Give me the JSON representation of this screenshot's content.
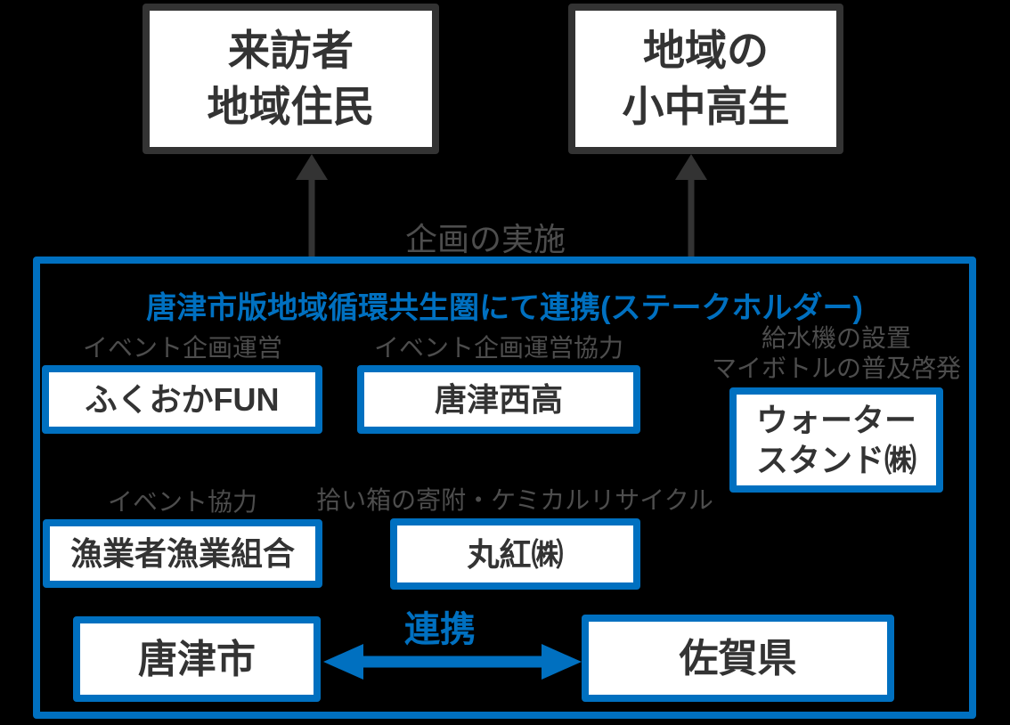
{
  "colors": {
    "accent_blue": "#0070C0",
    "dark": "#333333",
    "label_gray": "#4D4D4D",
    "background": "#000000",
    "box_fill": "#FFFFFF"
  },
  "top_targets": {
    "visitors": {
      "line1": "来訪者",
      "line2": "地域住民"
    },
    "students": {
      "line1": "地域の",
      "line2": "小中高生"
    }
  },
  "flow_label": "企画の実施",
  "group": {
    "title": "唐津市版地域循環共生圏にて連携(ステークホルダー)",
    "members": {
      "fukuoka_fun": {
        "role": "イベント企画運営",
        "name": "ふくおかFUN"
      },
      "karatsu_nishi": {
        "role": "イベント企画運営協力",
        "name": "唐津西高"
      },
      "waterstand": {
        "role_line1": "給水機の設置",
        "role_line2": "マイボトルの普及啓発",
        "name_line1": "ウォーター",
        "name_line2": "スタンド㈱"
      },
      "fishery": {
        "role": "イベント協力",
        "name": "漁業者漁業組合"
      },
      "marubeni": {
        "role": "拾い箱の寄附・ケミカルリサイクル",
        "name": "丸紅㈱"
      }
    },
    "partnership": {
      "label": "連携",
      "city": "唐津市",
      "prefecture": "佐賀県"
    }
  }
}
